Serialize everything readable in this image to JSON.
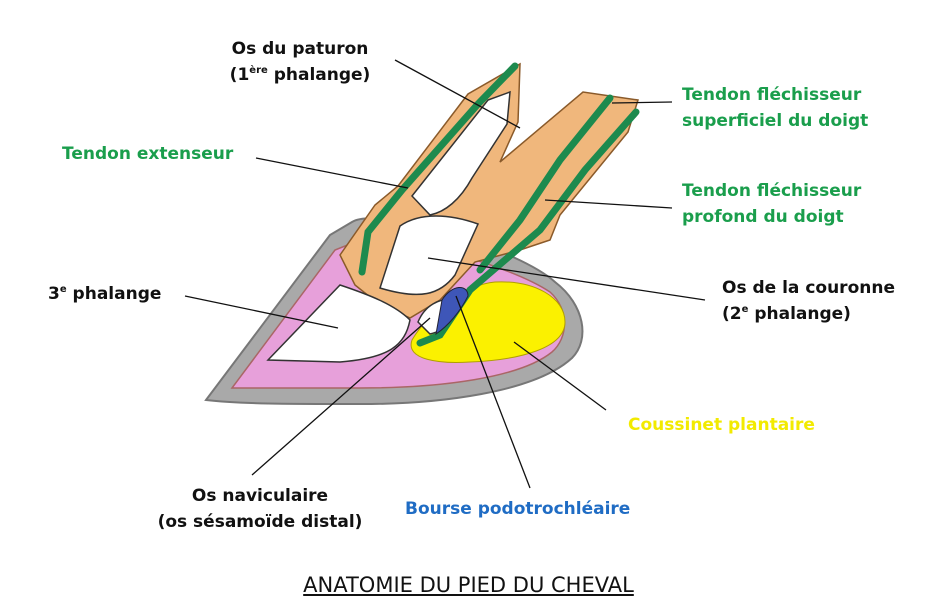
{
  "title": "ANATOMIE DU PIED DU CHEVAL",
  "colors": {
    "black_label": "#111111",
    "green_label": "#1a9e4c",
    "yellow_label": "#f2ea00",
    "blue_label": "#1f6cc4",
    "hoof_wall": "#a9a9a9",
    "laminae": "#e7a0da",
    "bone_tissue": "#f0b77c",
    "cushion": "#fbf100",
    "tendon": "#1d8a4e",
    "bursa": "#3e56b8"
  },
  "labels": {
    "os_paturon": {
      "line1": "Os du paturon",
      "line2_pre": "(1",
      "line2_sup": "ère",
      "line2_post": " phalange)"
    },
    "tendon_flechisseur_superficiel": {
      "line1": "Tendon fléchisseur",
      "line2": "superficiel du doigt"
    },
    "tendon_extenseur": {
      "text": "Tendon extenseur"
    },
    "tendon_flechisseur_profond": {
      "line1": "Tendon fléchisseur",
      "line2": "profond du doigt"
    },
    "troisieme_phalange": {
      "pre": "3",
      "sup": "e",
      "post": " phalange"
    },
    "os_couronne": {
      "line1": "Os de la couronne",
      "line2_pre": "(2",
      "line2_sup": "e",
      "line2_post": " phalange)"
    },
    "coussinet_plantaire": {
      "text": "Coussinet plantaire"
    },
    "os_naviculaire": {
      "line1": "Os naviculaire",
      "line2": "(os sésamoïde distal)"
    },
    "bourse_podotrochleaire": {
      "text": "Bourse podotrochléaire"
    }
  }
}
